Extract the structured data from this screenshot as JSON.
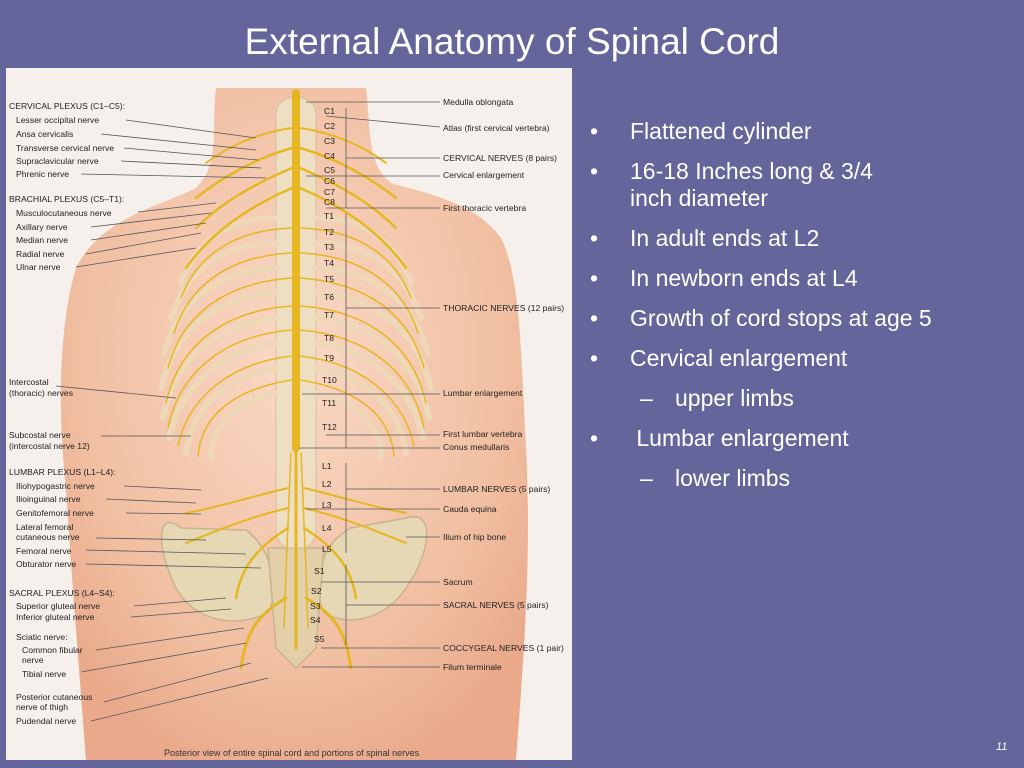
{
  "slide": {
    "title": "External Anatomy of Spinal Cord",
    "page_number": "11"
  },
  "figure": {
    "caption": "Posterior view of entire spinal cord and portions of spinal nerves",
    "left_labels": [
      "CERVICAL PLEXUS (C1–C5):",
      "Lesser occipital nerve",
      "Ansa cervicalis",
      "Transverse cervical nerve",
      "Supraclavicular nerve",
      "Phrenic nerve",
      "BRACHIAL PLEXUS (C5–T1):",
      "Musculocutaneous nerve",
      "Axillary nerve",
      "Median nerve",
      "Radial nerve",
      "Ulnar nerve",
      "Intercostal",
      "(thoracic) nerves",
      "Subcostal nerve",
      "(intercostal nerve 12)",
      "LUMBAR PLEXUS (L1–L4):",
      "Iliohypogastric nerve",
      "Ilioinguinal nerve",
      "Genitofemoral nerve",
      "Lateral femoral",
      "cutaneous nerve",
      "Femoral nerve",
      "Obturator nerve",
      "SACRAL PLEXUS (L4–S4):",
      "Superior gluteal nerve",
      "Inferior gluteal nerve",
      "Sciatic nerve:",
      "Common fibular",
      "nerve",
      "Tibial nerve",
      "Posterior cutaneous",
      "nerve of thigh",
      "Pudendal nerve"
    ],
    "right_labels": [
      "Medulla oblongata",
      "Atlas (first cervical vertebra)",
      "CERVICAL NERVES (8 pairs)",
      "Cervical enlargement",
      "First thoracic vertebra",
      "THORACIC NERVES (12 pairs)",
      "Lumbar enlargement",
      "First lumbar vertebra",
      "Conus medullaris",
      "LUMBAR NERVES (5 pairs)",
      "Cauda equina",
      "Ilium of hip bone",
      "Sacrum",
      "SACRAL NERVES (5 pairs)",
      "COCCYGEAL NERVES (1 pair)",
      "Filum terminale"
    ],
    "segments": [
      "C1",
      "C2",
      "C3",
      "C4",
      "C5",
      "C6",
      "C7",
      "C8",
      "T1",
      "T2",
      "T3",
      "T4",
      "T5",
      "T6",
      "T7",
      "T8",
      "T9",
      "T10",
      "T11",
      "T12",
      "L1",
      "L2",
      "L3",
      "L4",
      "L5",
      "S1",
      "S2",
      "S3",
      "S4",
      "S5"
    ]
  },
  "bullets": [
    {
      "level": 1,
      "marker": "•",
      "text": "Flattened cylinder"
    },
    {
      "level": 1,
      "marker": "•",
      "text": "16-18 Inches long & 3/4 inch diameter"
    },
    {
      "level": 1,
      "marker": "•",
      "text": "In adult ends at L2"
    },
    {
      "level": 1,
      "marker": "•",
      "text": "In newborn ends at L4"
    },
    {
      "level": 1,
      "marker": "•",
      "text": "Growth of cord stops at age 5"
    },
    {
      "level": 1,
      "marker": "•",
      "text": "Cervical enlargement"
    },
    {
      "level": 2,
      "marker": "–",
      "text": "upper limbs"
    },
    {
      "level": 1,
      "marker": "•",
      "text": " Lumbar enlargement"
    },
    {
      "level": 2,
      "marker": "–",
      "text": "lower limbs"
    }
  ],
  "colors": {
    "background": "#63659b",
    "skin": "#f1c3a6",
    "nerve": "#e6b722",
    "bone": "#e6d7b5",
    "text_light": "#ffffff"
  }
}
